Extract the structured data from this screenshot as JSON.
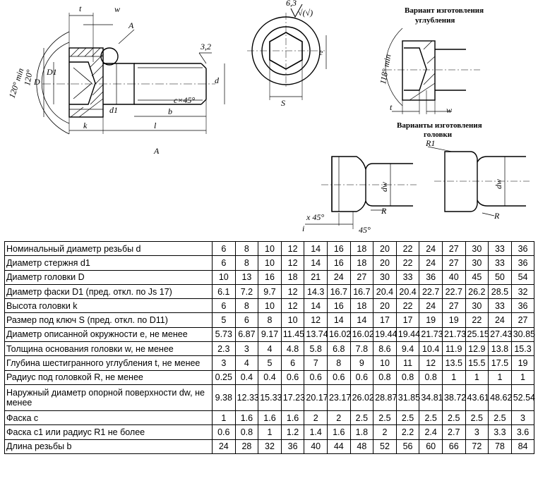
{
  "drawing": {
    "labels": {
      "t": "t",
      "w": "w",
      "A1": "A",
      "A2": "A",
      "D": "D",
      "D1": "D1",
      "d1": "d1",
      "d": "d",
      "k": "k",
      "l": "l",
      "b": "b",
      "c45": "c×45°",
      "r32": "3,2",
      "ang1": "120° min",
      "ang2": "120°",
      "e": "e",
      "s": "S",
      "rough": "√(√)",
      "rough_top": "6,3",
      "var_recess_1": "Вариант изготовления",
      "var_recess_2": "углубления",
      "ang3": "118° min",
      "t2": "t",
      "w2": "w",
      "var_head_1": "Варианты изготовления",
      "var_head_2": "головки",
      "x45": "x 45°",
      "i": "i",
      "deg45": "45°",
      "R1": "R",
      "R2": "R",
      "Rt": "R1",
      "dw1": "dw",
      "dw2": "dw"
    }
  },
  "table": {
    "sizes": [
      "6",
      "8",
      "10",
      "12",
      "14",
      "16",
      "18",
      "20",
      "22",
      "24",
      "27",
      "30",
      "33",
      "36"
    ],
    "rows": [
      {
        "name": "Номинальный диаметр резьбы d",
        "values": [
          "6",
          "8",
          "10",
          "12",
          "14",
          "16",
          "18",
          "20",
          "22",
          "24",
          "27",
          "30",
          "33",
          "36"
        ]
      },
      {
        "name": "Диаметр стержня d1",
        "values": [
          "6",
          "8",
          "10",
          "12",
          "14",
          "16",
          "18",
          "20",
          "22",
          "24",
          "27",
          "30",
          "33",
          "36"
        ]
      },
      {
        "name": "Диаметр головки D",
        "values": [
          "10",
          "13",
          "16",
          "18",
          "21",
          "24",
          "27",
          "30",
          "33",
          "36",
          "40",
          "45",
          "50",
          "54"
        ]
      },
      {
        "name": "Диаметр фаски D1 (пред. откл. по Js 17)",
        "values": [
          "6.1",
          "7.2",
          "9.7",
          "12",
          "14.3",
          "16.7",
          "16.7",
          "20.4",
          "20.4",
          "22.7",
          "22.7",
          "26.2",
          "28.5",
          "32"
        ]
      },
      {
        "name": "Высота головки k",
        "values": [
          "6",
          "8",
          "10",
          "12",
          "14",
          "16",
          "18",
          "20",
          "22",
          "24",
          "27",
          "30",
          "33",
          "36"
        ]
      },
      {
        "name": "Размер под ключ S (пред. откл. по D11)",
        "values": [
          "5",
          "6",
          "8",
          "10",
          "12",
          "14",
          "14",
          "17",
          "17",
          "19",
          "19",
          "22",
          "24",
          "27"
        ]
      },
      {
        "name": "Диаметр описанной окружности e, не менее",
        "values": [
          "5.73",
          "6.87",
          "9.17",
          "11.45",
          "13.74",
          "16.02",
          "16.02",
          "19.44",
          "19.44",
          "21.73",
          "21.73",
          "25.15",
          "27.43",
          "30.85"
        ]
      },
      {
        "name": "Толщина основания головки w, не менее",
        "values": [
          "2.3",
          "3",
          "4",
          "4.8",
          "5.8",
          "6.8",
          "7.8",
          "8.6",
          "9.4",
          "10.4",
          "11.9",
          "12.9",
          "13.8",
          "15.3"
        ]
      },
      {
        "name": "Глубина шестигранного углубления t, не менее",
        "values": [
          "3",
          "4",
          "5",
          "6",
          "7",
          "8",
          "9",
          "10",
          "11",
          "12",
          "13.5",
          "15.5",
          "17.5",
          "19"
        ]
      },
      {
        "name": "Радиус под головкой R, не менее",
        "values": [
          "0.25",
          "0.4",
          "0.4",
          "0.6",
          "0.6",
          "0.6",
          "0.6",
          "0.8",
          "0.8",
          "0.8",
          "1",
          "1",
          "1",
          "1"
        ]
      },
      {
        "name": "Наружный диаметр опорной поверхности dw, не менее",
        "values": [
          "9.38",
          "12.33",
          "15.33",
          "17.23",
          "20.17",
          "23.17",
          "26.02",
          "28.87",
          "31.85",
          "34.81",
          "38.72",
          "43.61",
          "48.62",
          "52.54"
        ]
      },
      {
        "name": "Фаска c",
        "values": [
          "1",
          "1.6",
          "1.6",
          "1.6",
          "2",
          "2",
          "2.5",
          "2.5",
          "2.5",
          "2.5",
          "2.5",
          "2.5",
          "2.5",
          "3"
        ]
      },
      {
        "name": "Фаска c1 или радиус R1 не более",
        "values": [
          "0.6",
          "0.8",
          "1",
          "1.2",
          "1.4",
          "1.6",
          "1.8",
          "2",
          "2.2",
          "2.4",
          "2.7",
          "3",
          "3.3",
          "3.6"
        ]
      },
      {
        "name": "Длина резьбы b",
        "values": [
          "24",
          "28",
          "32",
          "36",
          "40",
          "44",
          "48",
          "52",
          "56",
          "60",
          "66",
          "72",
          "78",
          "84"
        ]
      }
    ]
  }
}
